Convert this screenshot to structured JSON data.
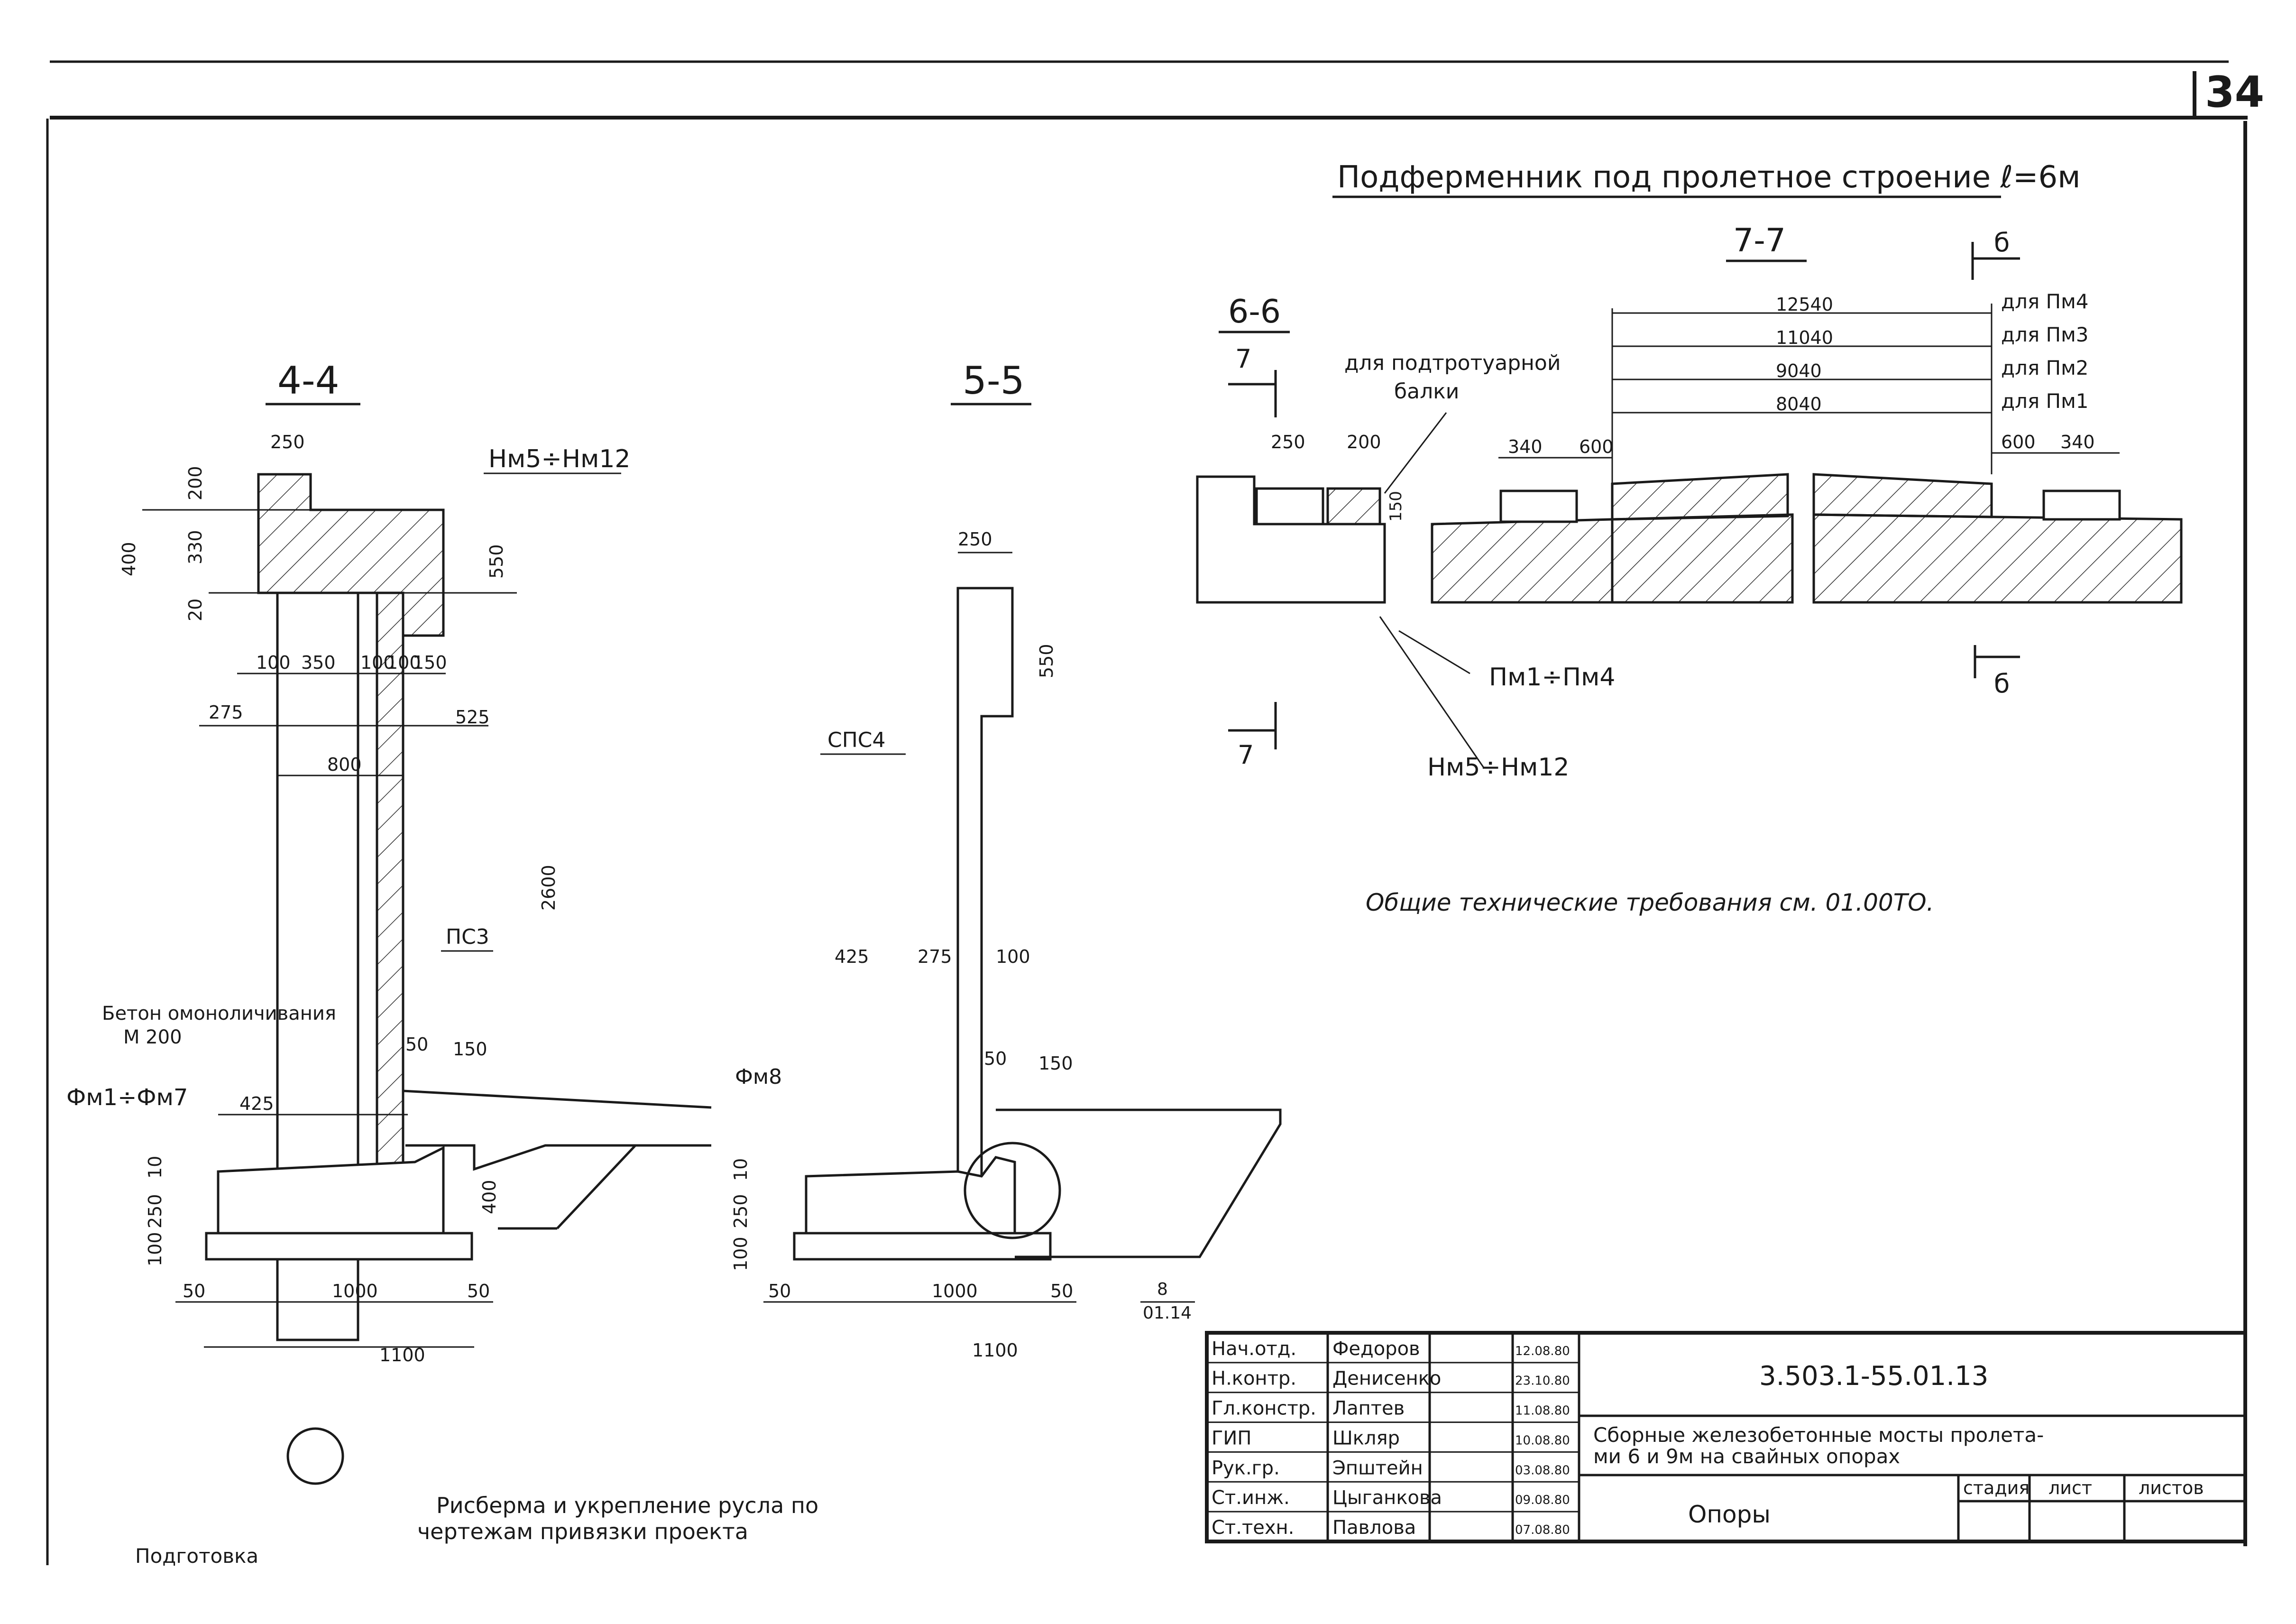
{
  "sheet": {
    "page_number": "34",
    "main_title": "Подферменник под пролетное строение ℓ=6м",
    "general_note": "Общие технические требования см. 01.00ТО.",
    "bottom_note": [
      "Рисберма и укрепление русла по",
      "чертежам привязки проекта"
    ],
    "bottom_left_label": "Подготовка",
    "ref_mark": [
      "8",
      "01.14"
    ]
  },
  "section_4_4": {
    "title": "4-4",
    "labels": {
      "mark": "Нм5÷Нм12",
      "pile": "ПС3",
      "concrete_1": "Бетон омоноличивания",
      "concrete_2": "М 200",
      "foundation": "Фм1÷Фм7"
    },
    "dims": {
      "d250_top": "250",
      "d200": "200",
      "d330": "330",
      "d400": "400",
      "d20": "20",
      "d550": "550",
      "d100a": "100",
      "d350": "350",
      "d100b": "100",
      "d100c": "100",
      "d150": "150",
      "d275": "275",
      "d525": "525",
      "d800": "800",
      "d2600": "2600",
      "d50": "50",
      "d150b": "150",
      "d425": "425",
      "d10": "10",
      "d250": "250",
      "d100": "100",
      "d400b": "400",
      "d50l": "50",
      "d1000": "1000",
      "d50r": "50",
      "d1100": "1100"
    }
  },
  "section_5_5": {
    "title": "5-5",
    "labels": {
      "pile": "СПС4",
      "foundation": "Фм8"
    },
    "dims": {
      "d250": "250",
      "d550": "550",
      "d425": "425",
      "d275": "275",
      "d100": "100",
      "d50": "50",
      "d150": "150",
      "d10": "10",
      "d250b": "250",
      "d100b": "100",
      "d50l": "50",
      "d1000": "1000",
      "d50r": "50",
      "d1100": "1100"
    }
  },
  "section_6_6": {
    "title": "6-6",
    "cut_mark": "7",
    "cut_mark_bottom": "7",
    "note_1": "для подтротуарной",
    "note_2": "балки",
    "dims": {
      "d250": "250",
      "d200": "200",
      "d150": "150"
    },
    "label_nm": "Нм5÷Нм12"
  },
  "section_7_7": {
    "title": "7-7",
    "cut_mark": "б",
    "cut_mark_bottom": "б",
    "label_pm": "Пм1÷Пм4",
    "dims": {
      "l340": "340",
      "l600": "600",
      "r600": "600",
      "r340": "340"
    },
    "lengths": [
      {
        "value": "12540",
        "label": "для Пм4"
      },
      {
        "value": "11040",
        "label": "для Пм3"
      },
      {
        "value": "9040",
        "label": "для Пм2"
      },
      {
        "value": "8040",
        "label": "для Пм1"
      }
    ]
  },
  "title_block": {
    "code": "3.503.1-55.01.13",
    "description_1": "Сборные железобетонные мосты пролета-",
    "description_2": "ми 6 и 9м на свайных опорах",
    "object": "Опоры",
    "headers": {
      "stage": "стадия",
      "sheet": "лист",
      "sheets": "листов"
    },
    "rows": [
      {
        "role": "Нач.отд.",
        "name": "Федоров",
        "date": "12.08.80"
      },
      {
        "role": "Н.контр.",
        "name": "Денисенко",
        "date": "23.10.80"
      },
      {
        "role": "Гл.констр.",
        "name": "Лаптев",
        "date": "11.08.80"
      },
      {
        "role": "ГИП",
        "name": "Шкляр",
        "date": "10.08.80"
      },
      {
        "role": "Рук.гр.",
        "name": "Эпштейн",
        "date": "03.08.80"
      },
      {
        "role": "Ст.инж.",
        "name": "Цыганкова",
        "date": "09.08.80"
      },
      {
        "role": "Ст.техн.",
        "name": "Павлова",
        "date": "07.08.80"
      }
    ]
  }
}
